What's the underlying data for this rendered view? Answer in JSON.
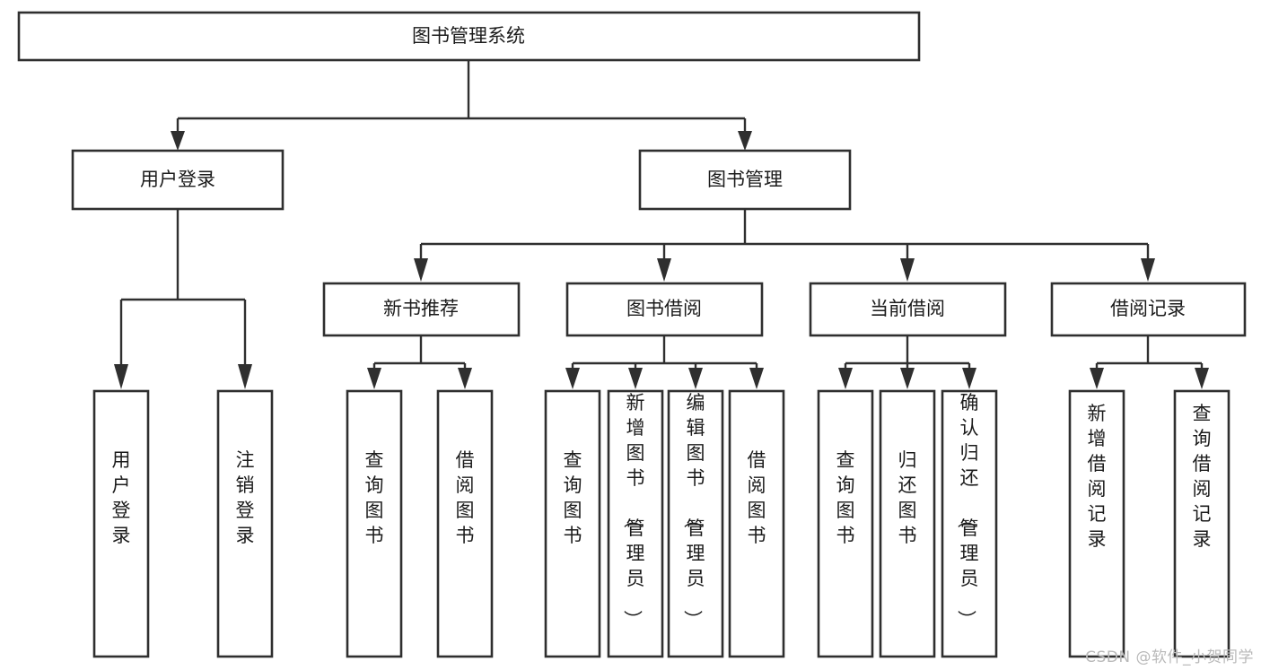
{
  "diagram": {
    "title": "图书管理系统",
    "type": "hierarchy-tree",
    "orientation": "top-down",
    "levels": 4,
    "colors": {
      "box_stroke": "#2f2f2f",
      "box_fill": "#ffffff",
      "text": "#1b1b1b",
      "connector": "#2f2f2f",
      "watermark": "#b9b9b9",
      "background": "#ffffff"
    }
  },
  "root": {
    "label": "图书管理系统",
    "orientation": "horizontal"
  },
  "level2": [
    {
      "id": "user-login",
      "label": "用户登录",
      "orientation": "horizontal"
    },
    {
      "id": "book-management",
      "label": "图书管理",
      "orientation": "horizontal"
    }
  ],
  "level3": [
    {
      "id": "new-book-recommend",
      "label": "新书推荐",
      "parent": "book-management",
      "orientation": "horizontal"
    },
    {
      "id": "book-borrow",
      "label": "图书借阅",
      "parent": "book-management",
      "orientation": "horizontal"
    },
    {
      "id": "current-borrow",
      "label": "当前借阅",
      "parent": "book-management",
      "orientation": "horizontal"
    },
    {
      "id": "borrow-record",
      "label": "借阅记录",
      "parent": "book-management",
      "orientation": "horizontal"
    }
  ],
  "leaves": {
    "user-login": [
      {
        "id": "leaf-user-login",
        "label": "用户登录",
        "orientation": "vertical"
      },
      {
        "id": "leaf-logout-login",
        "label": "注销登录",
        "orientation": "vertical"
      }
    ],
    "new-book-recommend": [
      {
        "id": "leaf-query-book-1",
        "label": "查询图书",
        "orientation": "vertical"
      },
      {
        "id": "leaf-borrow-book-1",
        "label": "借阅图书",
        "orientation": "vertical"
      }
    ],
    "book-borrow": [
      {
        "id": "leaf-query-book-2",
        "label": "查询图书",
        "orientation": "vertical"
      },
      {
        "id": "leaf-add-book",
        "label": "新增图书（管理员）",
        "orientation": "vertical"
      },
      {
        "id": "leaf-edit-book",
        "label": "编辑图书（管理员）",
        "orientation": "vertical"
      },
      {
        "id": "leaf-borrow-book-2",
        "label": "借阅图书",
        "orientation": "vertical"
      }
    ],
    "current-borrow": [
      {
        "id": "leaf-query-book-3",
        "label": "查询图书",
        "orientation": "vertical"
      },
      {
        "id": "leaf-return-book",
        "label": "归还图书",
        "orientation": "vertical"
      },
      {
        "id": "leaf-confirm-return",
        "label": "确认归还（管理员）",
        "orientation": "vertical"
      }
    ],
    "borrow-record": [
      {
        "id": "leaf-add-record",
        "label": "新增借阅记录",
        "orientation": "vertical"
      },
      {
        "id": "leaf-query-record",
        "label": "查询借阅记录",
        "orientation": "vertical"
      }
    ]
  },
  "watermark": {
    "text": "CSDN @软件_小贺同学"
  }
}
